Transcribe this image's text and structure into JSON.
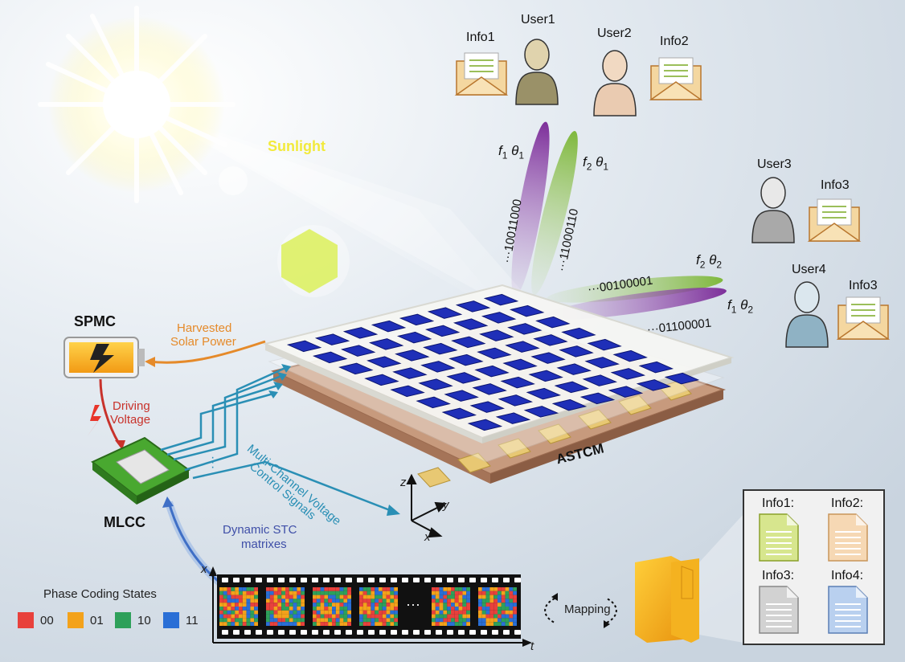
{
  "sunlight": "Sunlight",
  "spmc": "SPMC",
  "harvested": [
    "Harvested",
    "Solar Power"
  ],
  "driving": [
    "Driving",
    "Voltage"
  ],
  "mlcc": "MLCC",
  "multichannel": [
    "Multi-Channel Voltage",
    "Control Signals"
  ],
  "astcm": "ASTCM",
  "dynamic": [
    "Dynamic STC",
    "matrixes"
  ],
  "axes": {
    "x": "x",
    "y": "y",
    "z": "z",
    "t": "t"
  },
  "phase_legend": {
    "title": "Phase Coding States",
    "states": [
      {
        "code": "00",
        "color": "#e8413c"
      },
      {
        "code": "01",
        "color": "#f3a21b"
      },
      {
        "code": "10",
        "color": "#2ea05a"
      },
      {
        "code": "11",
        "color": "#2a6fd6"
      }
    ]
  },
  "filmstrip_gap": "···",
  "mapping": "Mapping",
  "users": {
    "user1": "User1",
    "user2": "User2",
    "user3": "User3",
    "user4": "User4"
  },
  "infos_top": {
    "info1": "Info1",
    "info2": "Info2",
    "info3a": "Info3",
    "info3b": "Info3"
  },
  "beams": {
    "f1t1": {
      "f": "f",
      "fs": "1",
      "th": "θ",
      "ts": "1"
    },
    "f2t1": {
      "f": "f",
      "fs": "2",
      "th": "θ",
      "ts": "1"
    },
    "f2t2": {
      "f": "f",
      "fs": "2",
      "th": "θ",
      "ts": "2"
    },
    "f1t2": {
      "f": "f",
      "fs": "1",
      "th": "θ",
      "ts": "2"
    }
  },
  "codes": {
    "c1": "···10011000",
    "c2": "···11000110",
    "c3": "···00100001",
    "c4": "···01100001"
  },
  "docs": {
    "d1": "Info1:",
    "d2": "Info2:",
    "d3": "Info3:",
    "d4": "Info4:"
  },
  "colors": {
    "background": "#dfe6ee",
    "chip_blue": "#1f2fb8",
    "arrow_teal": "#2a8fb5",
    "harvest_orange": "#e58a2a",
    "drive_red": "#c8322b",
    "sunlight_yellow": "#f7ef5a"
  }
}
